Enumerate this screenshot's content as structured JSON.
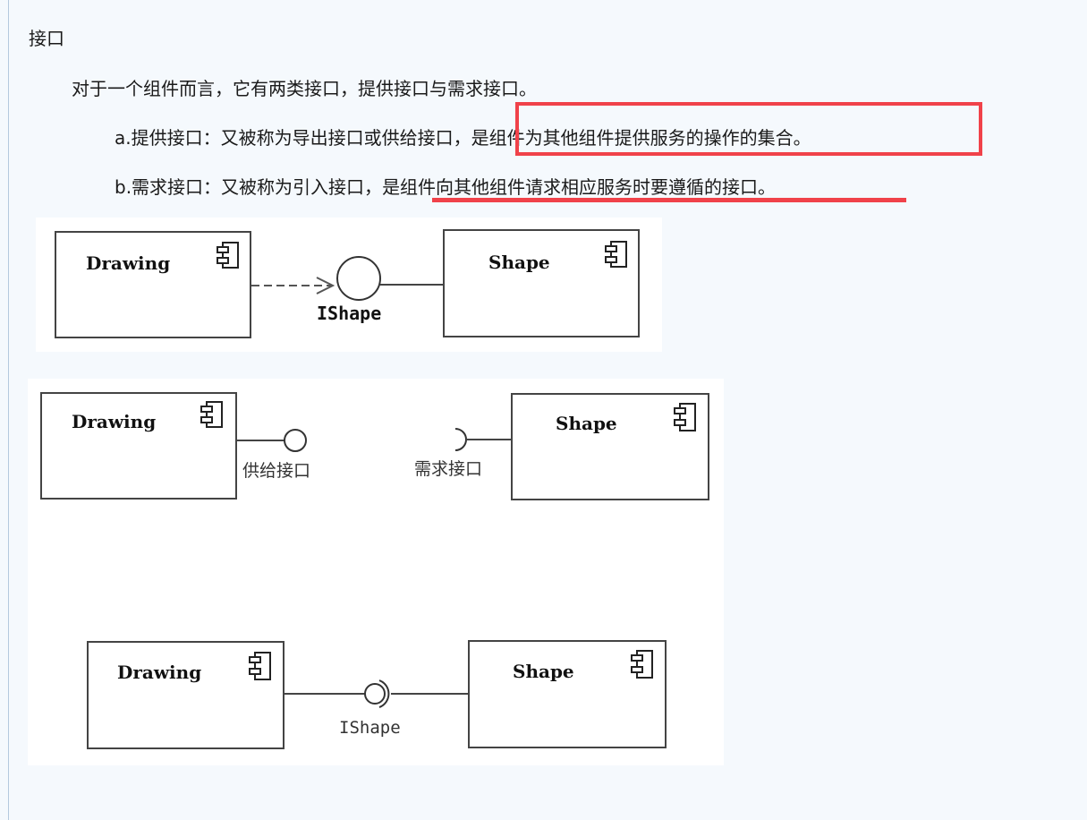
{
  "heading": "接口",
  "intro": "对于一个组件而言，它有两类接口，提供接口与需求接口。",
  "item_a": {
    "prefix": "a.提供接口：又被称为导出接口或供给接口",
    "highlight": "，是组件为其他组件提供服务的操作的集合。"
  },
  "item_b": {
    "prefix": "b.需求接口：又被称为引入接口，",
    "highlight": "是组件向其他组件请求相应服务时要遵循的接口。"
  },
  "highlight_color": "#f0424a",
  "diagram1": {
    "client": "Drawing",
    "supplier": "Shape",
    "interface": "IShape"
  },
  "diagram2": {
    "left_component": "Drawing",
    "right_component": "Shape",
    "provided_label": "供给接口",
    "required_label": "需求接口"
  },
  "diagram3": {
    "left_component": "Drawing",
    "right_component": "Shape",
    "interface": "IShape"
  }
}
